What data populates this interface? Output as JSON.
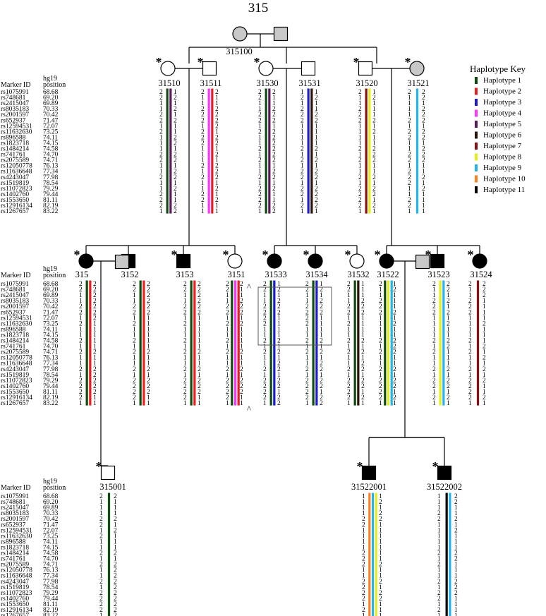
{
  "family_id": "315",
  "haplotype_key": {
    "title": "Haplotype Key",
    "items": [
      {
        "label": "Haplotype 1",
        "color": "#0d4a0d"
      },
      {
        "label": "Haplotype 2",
        "color": "#ee1c1c"
      },
      {
        "label": "Haplotype 3",
        "color": "#1a1ad4"
      },
      {
        "label": "Haplotype 4",
        "color": "#ff33ff"
      },
      {
        "label": "Haplotype 5",
        "color": "#5a1a5a"
      },
      {
        "label": "Haplotype 6",
        "color": "#2a1408"
      },
      {
        "label": "Haplotype 7",
        "color": "#8b0e0e"
      },
      {
        "label": "Haplotype 8",
        "color": "#e4ef1a"
      },
      {
        "label": "Haplotype 9",
        "color": "#22b4ec"
      },
      {
        "label": "Haplotype 10",
        "color": "#ff7f1a"
      },
      {
        "label": "Haplotype 11",
        "color": "#000000"
      }
    ]
  },
  "marker_header": {
    "id": "Marker ID",
    "pos1": "hg19",
    "pos2": "position"
  },
  "markers": [
    {
      "id": "rs1075991",
      "pos": "68.68"
    },
    {
      "id": "rs748681",
      "pos": "69.20"
    },
    {
      "id": "rs2415047",
      "pos": "69.89"
    },
    {
      "id": "rs8035183",
      "pos": "70.33"
    },
    {
      "id": "rs2001597",
      "pos": "70.42"
    },
    {
      "id": "rs652937",
      "pos": "71.47"
    },
    {
      "id": "rs12594531",
      "pos": "72.07"
    },
    {
      "id": "rs11632630",
      "pos": "73.25"
    },
    {
      "id": "rs896588",
      "pos": "74.11"
    },
    {
      "id": "rs1823718",
      "pos": "74.15"
    },
    {
      "id": "rs1484214",
      "pos": "74.58"
    },
    {
      "id": "rs741761",
      "pos": "74.70"
    },
    {
      "id": "rs2075589",
      "pos": "74.71"
    },
    {
      "id": "rs12050778",
      "pos": "76.13"
    },
    {
      "id": "rs11636648",
      "pos": "77.34"
    },
    {
      "id": "rs4243047",
      "pos": "77.98"
    },
    {
      "id": "rs1519819",
      "pos": "78.54"
    },
    {
      "id": "rs11072823",
      "pos": "79.29"
    },
    {
      "id": "rs1402760",
      "pos": "79.44"
    },
    {
      "id": "rs1553650",
      "pos": "81.11"
    },
    {
      "id": "rs12916134",
      "pos": "82.19"
    },
    {
      "id": "rs1267657",
      "pos": "83.22"
    }
  ],
  "generation1": [
    {
      "id": "315100",
      "sex": "F",
      "affected": false,
      "unsampled": true
    }
  ],
  "generation2": [
    {
      "id": "31510",
      "sex": "F",
      "affected": false,
      "starred": true,
      "haplotypes": [
        1,
        5
      ],
      "alleles": [
        "2 1",
        "2 2",
        "1 1",
        "1 2",
        "2 1",
        "2 2",
        "1 1",
        "2 1",
        "1 2",
        "1 2",
        "1 1",
        "2 2",
        "2 2",
        "1 1",
        "1 2",
        "2 2",
        "1 1",
        "1 2",
        "2 1",
        "2 1",
        "2 2",
        "1 2"
      ]
    },
    {
      "id": "31511",
      "sex": "M",
      "affected": false,
      "starred": true,
      "haplotypes": [
        4,
        2
      ],
      "alleles": [
        "2 2",
        "1 1",
        "1 1",
        "2 2",
        "2 2",
        "2 2",
        "1 2",
        "2 1",
        "2 2",
        "2 2",
        "1 1",
        "1 2",
        "1 1",
        "2 2",
        "1 2",
        "2 2",
        "1 1",
        "1 2",
        "2 1",
        "2 2",
        "1 1",
        "1 1"
      ]
    },
    {
      "id": "31530",
      "sex": "F",
      "affected": false,
      "starred": true,
      "haplotypes": [
        1,
        5
      ],
      "alleles": [
        "2 2",
        "2 1",
        "1 1",
        "1 2",
        "2 2",
        "2 2",
        "1 1",
        "2 2",
        "1 2",
        "1 2",
        "2 2",
        "1 2",
        "2 2",
        "1 1",
        "1 2",
        "2 2",
        "1 1",
        "2 2",
        "2 1",
        "2 1",
        "2 2",
        "1 2"
      ]
    },
    {
      "id": "31531",
      "sex": "M",
      "affected": false,
      "starred": false,
      "haplotypes": [
        3,
        6
      ],
      "alleles": [
        "1 1",
        "2 2",
        "1 1",
        "2 1",
        "2 2",
        "2 2",
        "1 1",
        "1 1",
        "1 1",
        "1 1",
        "2 2",
        "1 1",
        "2 2",
        "1 1",
        "2 2",
        "2 2",
        "1 1",
        "2 2",
        "2 2",
        "1 2",
        "2 2",
        "1 1"
      ]
    },
    {
      "id": "31520",
      "sex": "M",
      "affected": false,
      "starred": true,
      "haplotypes": [
        7,
        8
      ],
      "alleles": [
        "2 1",
        "1 2",
        "1 1",
        "2 1",
        "2 1",
        "2 2",
        "1 1",
        "1 2",
        "1 1",
        "1 1",
        "2 2",
        "1 2",
        "2 2",
        "1 1",
        "1 1",
        "2 2",
        "1 1",
        "2 2",
        "2 2",
        "2 1",
        "2 2",
        "1 1"
      ]
    },
    {
      "id": "31521",
      "sex": "F",
      "affected": false,
      "starred": true,
      "unsampled": true,
      "haplotypes": [
        9
      ],
      "alleles": [
        "2 2",
        "1 2",
        "1 1",
        "1 2",
        "1 2",
        "2 2",
        "1 1",
        "2 2",
        "2 2",
        "1 1",
        "1 2",
        "2 2",
        "2 2",
        "1 1",
        "2 1",
        "2 2",
        "2 1",
        "1 2",
        "1 1",
        "2 1",
        "2 1",
        "1 1"
      ]
    }
  ],
  "generation3": [
    {
      "id": "315",
      "sex": "F",
      "affected": true,
      "starred": true,
      "haplotypes": [
        1,
        2
      ],
      "alleles": [
        "2 2",
        "2 2",
        "1 2",
        "1 2",
        "2 2",
        "2 2",
        "1 2",
        "2 1",
        "1 1",
        "1 1",
        "2 1",
        "1 1",
        "2 2",
        "1 1",
        "1 1",
        "2 2",
        "1 2",
        "2 2",
        "2 2",
        "2 2",
        "2 1",
        "1 1"
      ]
    },
    {
      "id": "3152",
      "sex": "M",
      "affected": true,
      "starred": false,
      "haplotypes": [
        1,
        2
      ],
      "alleles": [
        "2 2",
        "2 2",
        "1 2",
        "1 2",
        "2 2",
        "2 2",
        "1 1",
        "2 1",
        "1 1",
        "1 1",
        "2 1",
        "1 1",
        "2 2",
        "1 1",
        "1 1",
        "2 2",
        "1 1",
        "2 2",
        "2 2",
        "2 2",
        "2 1",
        "1 1"
      ]
    },
    {
      "id": "3153",
      "sex": "M",
      "affected": true,
      "starred": true,
      "haplotypes": [
        1,
        2
      ],
      "alleles": [
        "2 2",
        "2 2",
        "1 2",
        "1 2",
        "2 2",
        "2 2",
        "1 1",
        "2 1",
        "1 1",
        "1 1",
        "2 1",
        "1 1",
        "2 2",
        "1 1",
        "1 1",
        "2 2",
        "1 1",
        "2 2",
        "2 2",
        "2 2",
        "2 1",
        "1 1"
      ]
    },
    {
      "id": "3151",
      "sex": "F",
      "affected": false,
      "starred": true,
      "haplotypes": [
        1,
        4,
        2
      ],
      "alleles": [
        "2 2",
        "2 1",
        "1 1",
        "1 2",
        "2 2",
        "2 2",
        "1 1",
        "2 2",
        "1 1",
        "1 1",
        "2 1",
        "1 1",
        "2 2",
        "1 1",
        "1 1",
        "2 2",
        "1 1",
        "2 2",
        "2 2",
        "2 2",
        "2 1",
        "1 1"
      ]
    },
    {
      "id": "31533",
      "sex": "F",
      "affected": true,
      "starred": true,
      "haplotypes": [
        1,
        3
      ],
      "alleles": [
        "2 1",
        "2 2",
        "1 1",
        "1 2",
        "2 2",
        "2 2",
        "2 1",
        "2 1",
        "1 1",
        "1 1",
        "2 2",
        "1 1",
        "2 2",
        "1 1",
        "1 2",
        "2 2",
        "1 1",
        "2 2",
        "2 2",
        "2 1",
        "2 2",
        "1 2"
      ]
    },
    {
      "id": "31534",
      "sex": "F",
      "affected": true,
      "starred": true,
      "haplotypes": [
        1,
        3
      ],
      "alleles": [
        "2 1",
        "2 2",
        "1 1",
        "1 2",
        "2 2",
        "2 2",
        "2 1",
        "2 1",
        "1 1",
        "1 1",
        "2 2",
        "1 1",
        "2 2",
        "1 1",
        "1 2",
        "2 2",
        "1 1",
        "2 2",
        "2 2",
        "2 1",
        "2 2",
        "1 2"
      ]
    },
    {
      "id": "31532",
      "sex": "F",
      "affected": false,
      "starred": true,
      "haplotypes": [
        1,
        6
      ],
      "alleles": [
        "2 1",
        "2 1",
        "1 1",
        "1 2",
        "2 2",
        "2 2",
        "1 1",
        "2 1",
        "1 1",
        "1 1",
        "2 2",
        "1 1",
        "2 2",
        "1 1",
        "1 2",
        "2 2",
        "1 1",
        "2 2",
        "2 2",
        "2 1",
        "2 2",
        "1 1"
      ]
    },
    {
      "id": "31522",
      "sex": "F",
      "affected": true,
      "starred": true,
      "haplotypes": [
        1,
        8,
        9
      ],
      "alleles": [
        "2 1",
        "1 2",
        "1 1",
        "2 1",
        "2 1",
        "2 2",
        "1 1",
        "1 2",
        "1 1",
        "1 1",
        "2 2",
        "1 2",
        "2 2",
        "1 1",
        "1 1",
        "2 2",
        "1 1",
        "2 2",
        "2 2",
        "2 1",
        "2 2",
        "1 1"
      ]
    },
    {
      "id": "31523",
      "sex": "M",
      "affected": true,
      "starred": true,
      "haplotypes": [
        8,
        9
      ],
      "alleles": [
        "2 2",
        "1 2",
        "1 1",
        "2 2",
        "2 1",
        "2 2",
        "1 1",
        "1 2",
        "1 1",
        "1 1",
        "2 2",
        "1 2",
        "2 1",
        "1 1",
        "1 1",
        "2 2",
        "1 1",
        "2 2",
        "2 2",
        "1 1",
        "2 2",
        "1 1"
      ]
    },
    {
      "id": "31524",
      "sex": "F",
      "affected": true,
      "starred": true,
      "haplotypes": [
        7
      ],
      "alleles": [
        "2 2",
        "1 2",
        "1 2",
        "2 1",
        "2 1",
        "2 1",
        "1 1",
        "1 2",
        "1 1",
        "1 1",
        "2 1",
        "1 2",
        "2 1",
        "1 2",
        "1 1",
        "2 2",
        "1 1",
        "2 2",
        "2 1",
        "2 1",
        "2 2",
        "1 1"
      ]
    }
  ],
  "generation4": [
    {
      "id": "315001",
      "sex": "M",
      "affected": false,
      "starred": true,
      "haplotypes": [
        1
      ],
      "alleles": [
        "2 2",
        "1 1",
        "1 1",
        "1 1",
        "2 2",
        "2 1",
        "1 2",
        "2 1",
        "1 1",
        "1 1",
        "2 2",
        "1 1",
        "2 2",
        "1 2",
        "1 2",
        "2 2",
        "1 2",
        "2 2",
        "2 2",
        "2 2",
        "2 2",
        "1 2"
      ]
    },
    {
      "id": "31522001",
      "sex": "M",
      "affected": true,
      "starred": true,
      "haplotypes": [
        10,
        9,
        8
      ],
      "alleles": [
        "1 1",
        "1 2",
        "1 1",
        "1 2",
        "2 2",
        "2 1",
        "1 1",
        "1 1",
        "1 1",
        "1 1",
        "2 1",
        "2 1",
        "2 2",
        "1 1",
        "1 1",
        "2 2",
        "2 1",
        "2 2",
        "2 2",
        "1 1",
        "2 1",
        "1 1"
      ]
    },
    {
      "id": "31522002",
      "sex": "M",
      "affected": true,
      "starred": true,
      "haplotypes": [
        11,
        9
      ],
      "alleles": [
        "1 2",
        "1 2",
        "1 1",
        "2 1",
        "2 2",
        "1 1",
        "1 2",
        "1 1",
        "1 1",
        "1 1",
        "2 2",
        "1 2",
        "2 1",
        "1 1",
        "1 1",
        "2 2",
        "1 2",
        "2 2",
        "2 1",
        "1 1",
        "2 1",
        "1 1"
      ]
    }
  ],
  "annotations": {
    "caret": "^",
    "star": "*"
  }
}
